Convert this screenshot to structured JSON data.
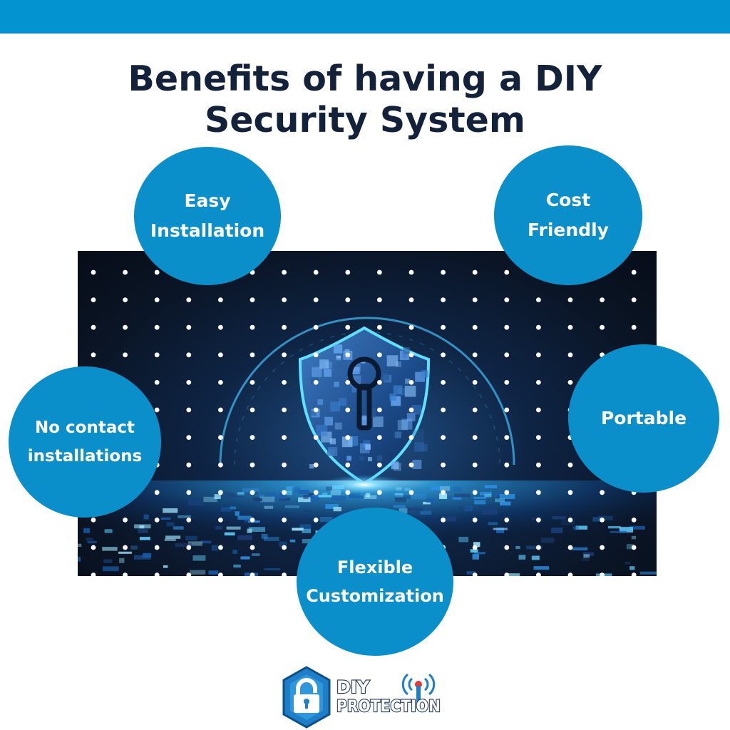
{
  "title": {
    "line1": "Benefits of having a DIY",
    "line2": "Security System"
  },
  "benefits": {
    "easy": [
      "Easy",
      "Installation"
    ],
    "cost": [
      "Cost",
      "Friendly"
    ],
    "contact": [
      "No contact",
      "installations"
    ],
    "portable": [
      "Portable"
    ],
    "flexible": [
      "Flexible",
      "Customization"
    ]
  },
  "logo": {
    "line1": "DIY",
    "line2": "PROTECTION"
  },
  "colors": {
    "accent": "#0393d0",
    "bubble": "#0a8fcb",
    "title": "#14213b",
    "hero_glow": "#3fd0ff"
  },
  "icons": [
    "shield-lock-icon",
    "padlock-icon",
    "antenna-icon"
  ]
}
